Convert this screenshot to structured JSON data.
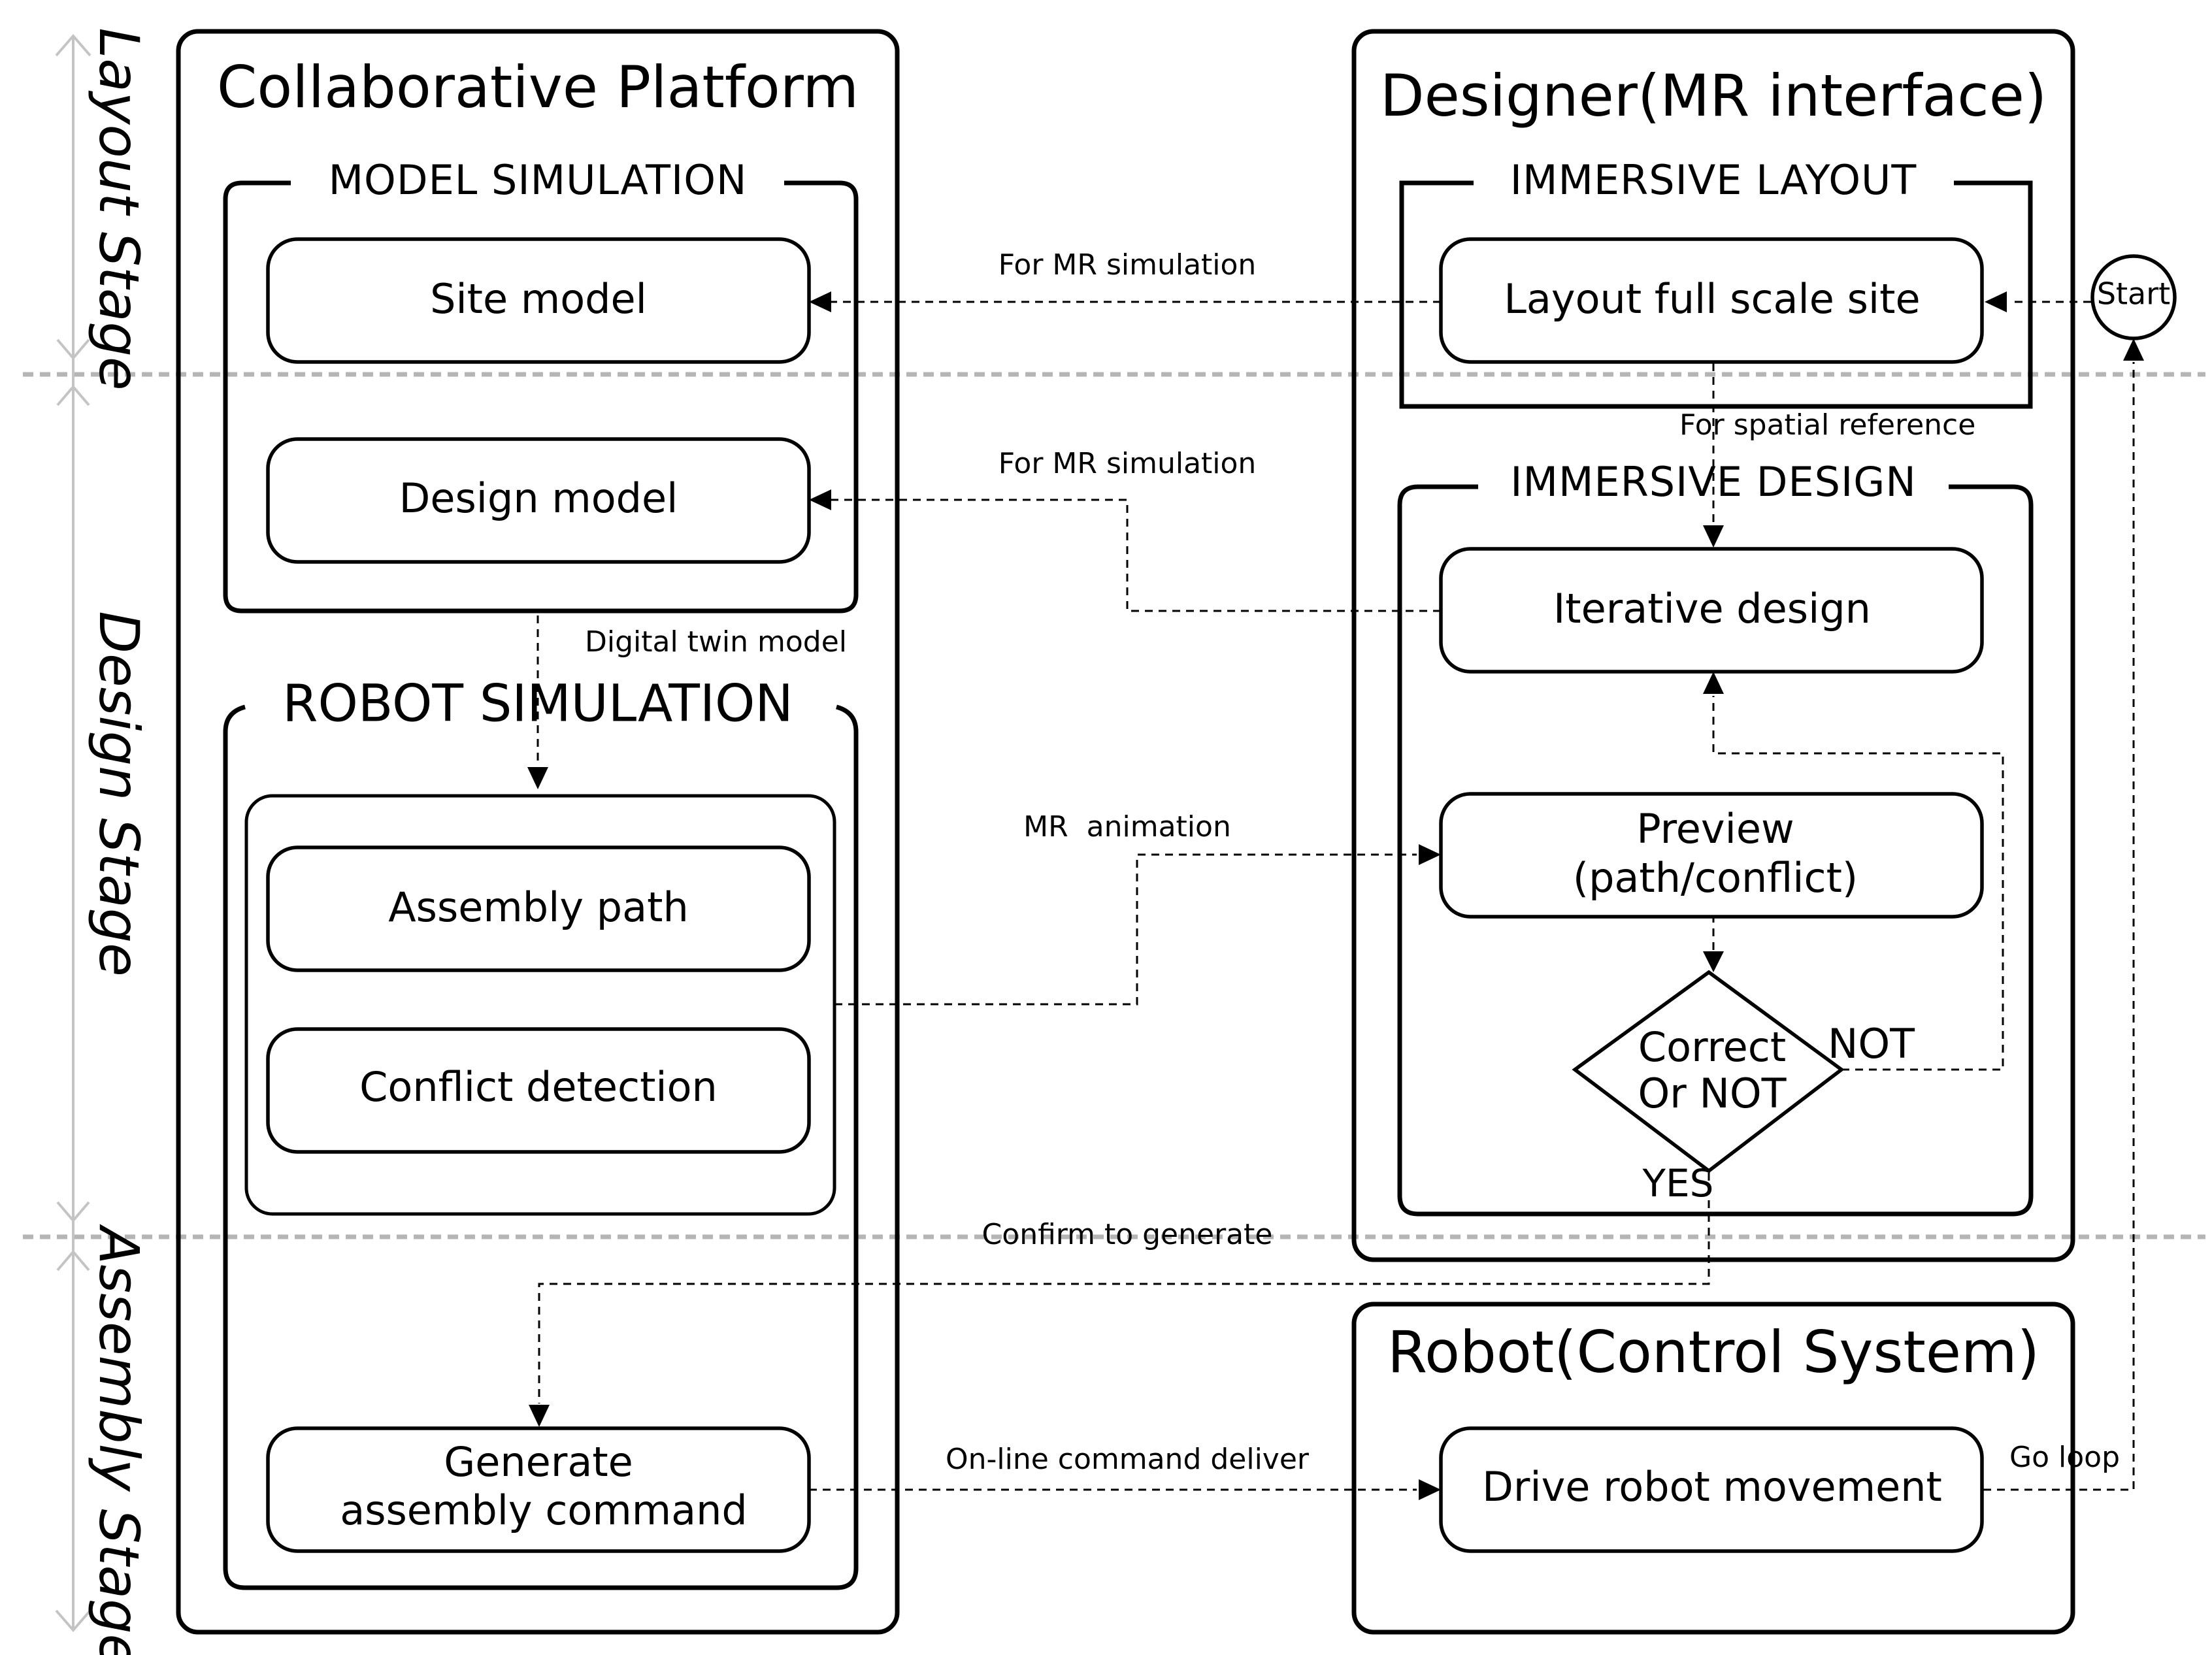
{
  "stages": {
    "layout": "Layout Stage",
    "design": "Design Stage",
    "assembly": "Assembly Stage"
  },
  "lanes": {
    "platform": "Collaborative Platform",
    "designer": "Designer(MR interface)",
    "robot": "Robot(Control System)"
  },
  "groups": {
    "model_simulation": "MODEL SIMULATION",
    "robot_simulation": "ROBOT SIMULATION",
    "immersive_layout": "IMMERSIVE LAYOUT",
    "immersive_design": "IMMERSIVE DESIGN"
  },
  "nodes": {
    "site_model": "Site model",
    "design_model": "Design model",
    "assembly_path": "Assembly path",
    "conflict_detection": "Conflict detection",
    "generate_line1": "Generate",
    "generate_line2": "assembly command",
    "layout_full_scale_site": "Layout full scale site",
    "iterative_design": "Iterative design",
    "preview_line1": "Preview",
    "preview_line2": "(path/conflict)",
    "decision_line1": "Correct",
    "decision_line2": "Or NOT",
    "drive_robot_movement": "Drive robot movement",
    "start": "Start"
  },
  "edges": {
    "for_mr_simulation_site": "For MR simulation",
    "for_mr_simulation_design": "For MR simulation",
    "digital_twin_model": "Digital twin model",
    "for_spatial_reference": "For spatial reference",
    "mr_animation": "MR  animation",
    "not": "NOT",
    "yes": "YES",
    "confirm_to_generate": "Confirm to generate",
    "online_command_deliver": "On-line command deliver",
    "go_loop": "Go loop"
  }
}
